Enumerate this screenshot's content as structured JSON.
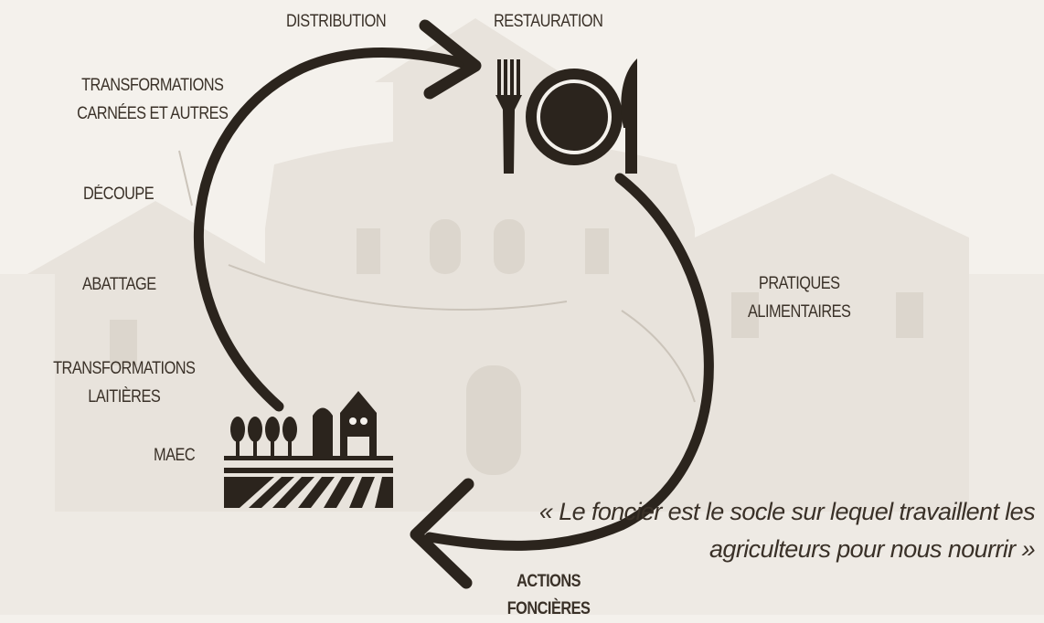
{
  "labels": {
    "distribution": "DISTRIBUTION",
    "restauration": "RESTAURATION",
    "transformations_carnees": "TRANSFORMATIONS\nCARNÉES ET AUTRES",
    "decoupe": "DÉCOUPE",
    "abattage": "ABATTAGE",
    "transformations_laitieres": "TRANSFORMATIONS\nLAITIÈRES",
    "maec": "MAEC",
    "pratiques_alimentaires": "PRATIQUES\nALIMENTAIRES",
    "actions_foncieres": "ACTIONS\nFONCIÈRES"
  },
  "quote": "« Le foncier est le socle sur lequel travaillent les agriculteurs pour nous nourrir »",
  "colors": {
    "ink": "#2b241d",
    "text": "#3a3128",
    "background": "#f4f1ec",
    "watermark": "#e7e2db"
  },
  "icons": [
    "fork-icon",
    "plate-icon",
    "knife-icon",
    "farm-icon",
    "cycle-arrow-icon"
  ]
}
